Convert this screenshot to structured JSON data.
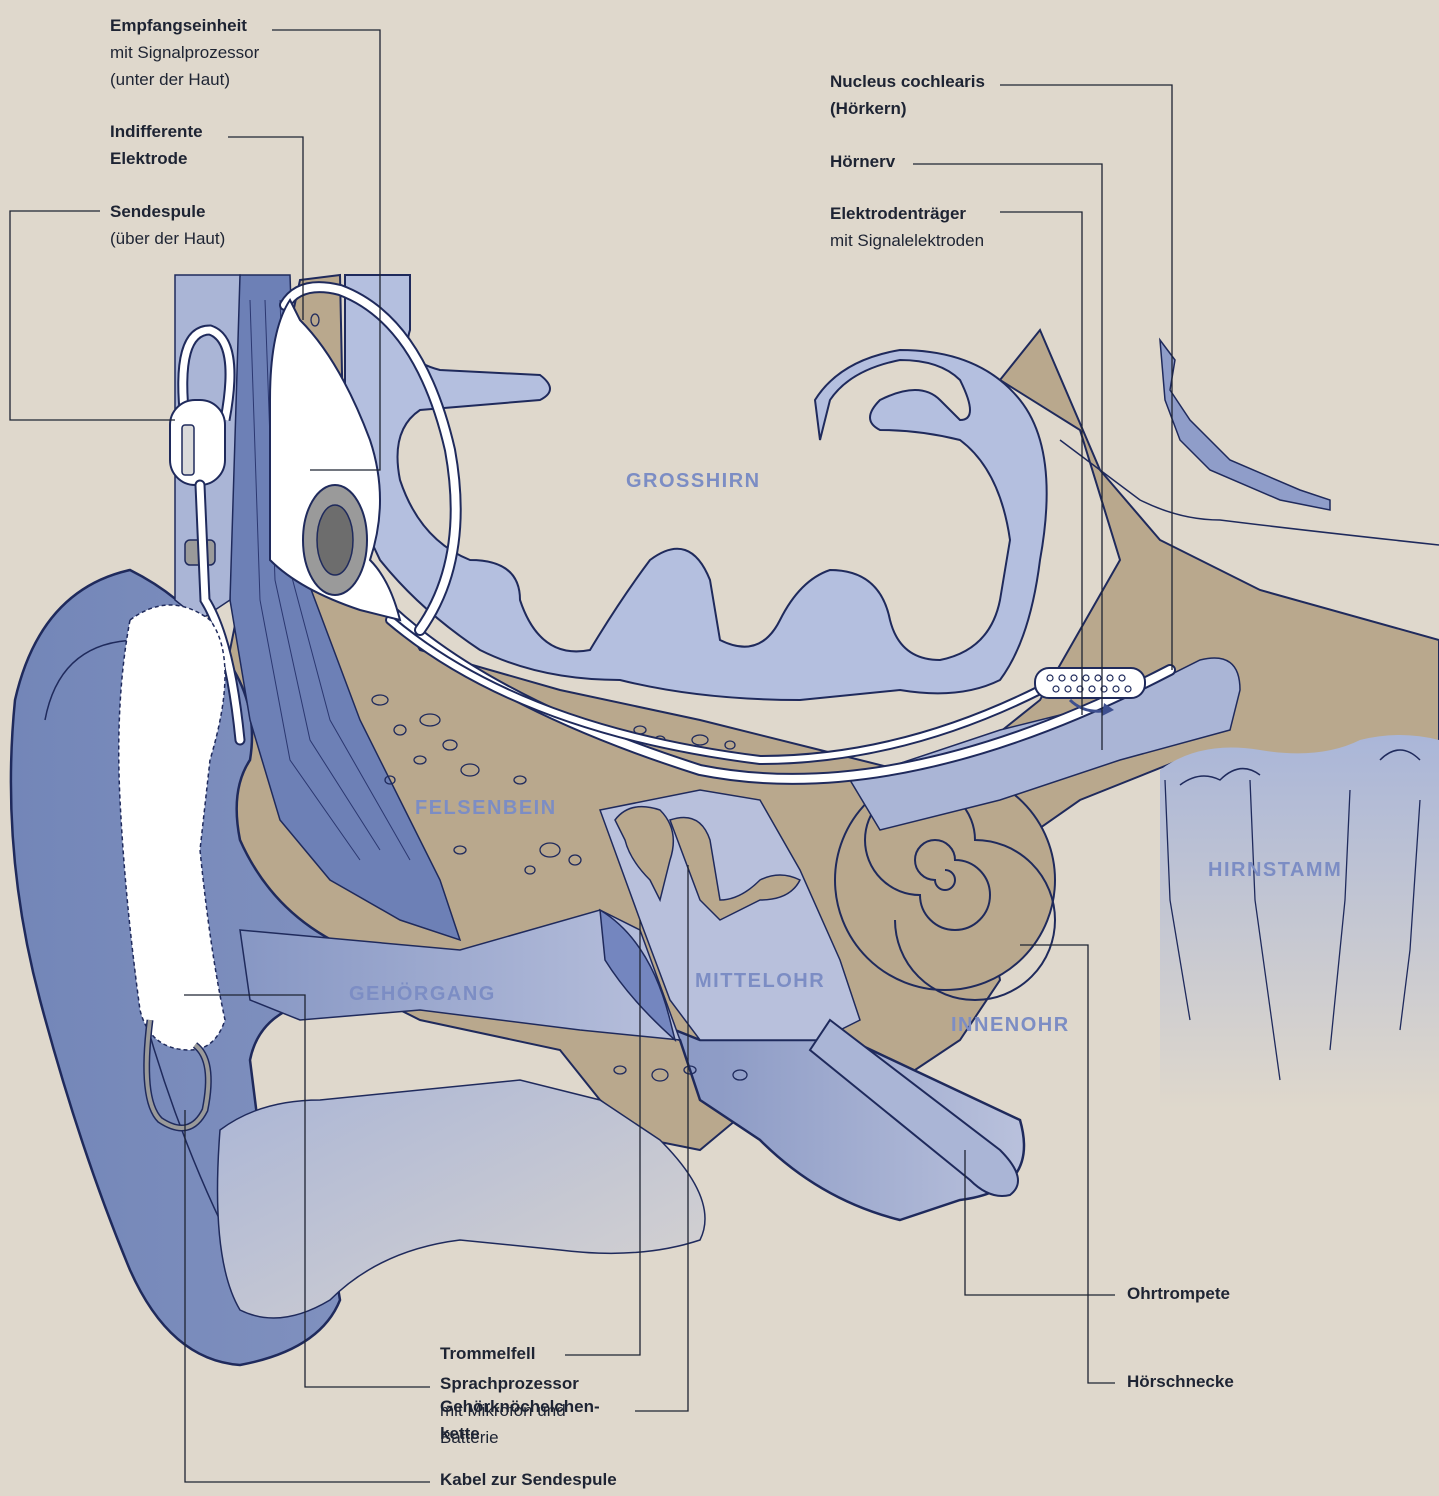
{
  "labels": {
    "empfangseinheit": {
      "title": "Empfangseinheit",
      "lines": [
        "mit Signalprozessor",
        "(unter der Haut)"
      ]
    },
    "indifferente": {
      "lines": [
        "Indifferente",
        "Elektrode"
      ]
    },
    "sendespule": {
      "title": "Sendespule",
      "sub": "(über der Haut)"
    },
    "nucleus": {
      "lines": [
        "Nucleus cochlearis",
        "(Hörkern)"
      ]
    },
    "hoernerv": {
      "title": "Hörnerv"
    },
    "elektrodentraeger": {
      "title": "Elektrodenträger",
      "sub": "mit Signalelektroden"
    },
    "sprachprozessor": {
      "title": "Sprachprozessor",
      "lines": [
        "mit Mikrofon und",
        "Batterie"
      ]
    },
    "trommelfell": {
      "title": "Trommelfell"
    },
    "gehoerknoechelchen": {
      "lines": [
        "Gehörknöchelchen-",
        "kette"
      ]
    },
    "kabel": {
      "title": "Kabel zur Sendespule"
    },
    "hoerschnecke": {
      "title": "Hörschnecke"
    },
    "ohrtrompete": {
      "title": "Ohrtrompete"
    }
  },
  "regions": {
    "grosshirn": "GROSSHIRN",
    "felsenbein": "FELSENBEIN",
    "hirnstamm": "HIRNSTAMM",
    "gehoergang": "GEHÖRGANG",
    "mittelohr": "MITTELOHR",
    "innenohr": "INNENOHR"
  },
  "colors": {
    "background": "#dfd8cc",
    "bone": "#b9a88d",
    "brain_blue": "#b4bfdf",
    "ear_blue": "#7587b8",
    "outline": "#1f2a5c",
    "region_text": "#7c8dc4",
    "implant": "#ffffff"
  }
}
